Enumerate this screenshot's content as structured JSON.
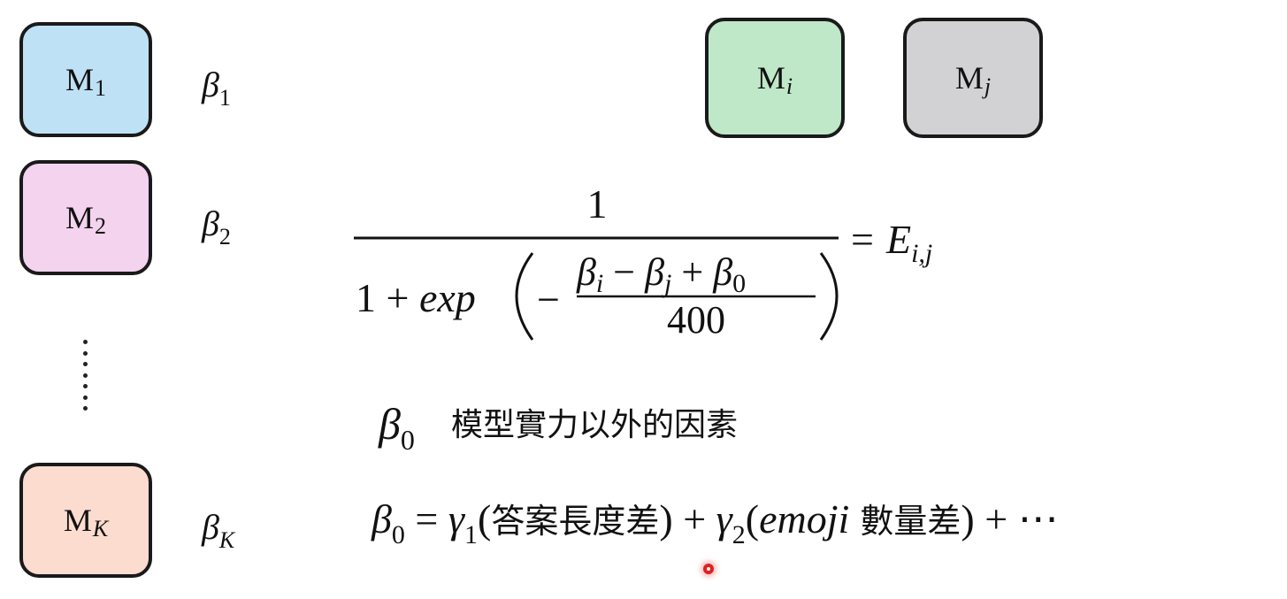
{
  "models": [
    {
      "letter": "M",
      "sub": "1",
      "sub_italic": false,
      "beta_sub": "1",
      "beta_sub_italic": false,
      "color": "#bfe1f5"
    },
    {
      "letter": "M",
      "sub": "2",
      "sub_italic": false,
      "beta_sub": "2",
      "beta_sub_italic": false,
      "color": "#f3d3ee"
    },
    {
      "letter": "M",
      "sub": "K",
      "sub_italic": true,
      "beta_sub": "K",
      "beta_sub_italic": true,
      "color": "#fcdccf"
    }
  ],
  "pair": [
    {
      "letter": "M",
      "sub": "i",
      "color": "#bfe8c8"
    },
    {
      "letter": "M",
      "sub": "j",
      "color": "#d2d2d4"
    }
  ],
  "beta_symbol": "β",
  "formula": {
    "numerator": "1",
    "denominator_prefix": "1 + ",
    "exp_word": "exp",
    "minus": "−",
    "inner_numerator": {
      "b": "β",
      "i": "i",
      "minus": " − ",
      "j": "j",
      "plus": " + ",
      "zero": "0"
    },
    "inner_denominator": "400",
    "equals": "=",
    "result_letter": "E",
    "result_sub": "i,j"
  },
  "beta0_description": {
    "beta": "β",
    "sub": "0",
    "text": "模型實力以外的因素"
  },
  "beta0_equation": {
    "beta": "β",
    "sub0": "0",
    "eq": " = ",
    "gamma": "γ",
    "sub1": "1",
    "term1_open": "(",
    "term1_text": "答案長度差",
    "term1_close": ")",
    "plus1": " + ",
    "sub2": "2",
    "term2_open": "(",
    "term2_emoji": "emoji",
    "term2_text": " 數量差",
    "term2_close": ")",
    "plus2": " + ",
    "ellipsis": "⋯"
  }
}
